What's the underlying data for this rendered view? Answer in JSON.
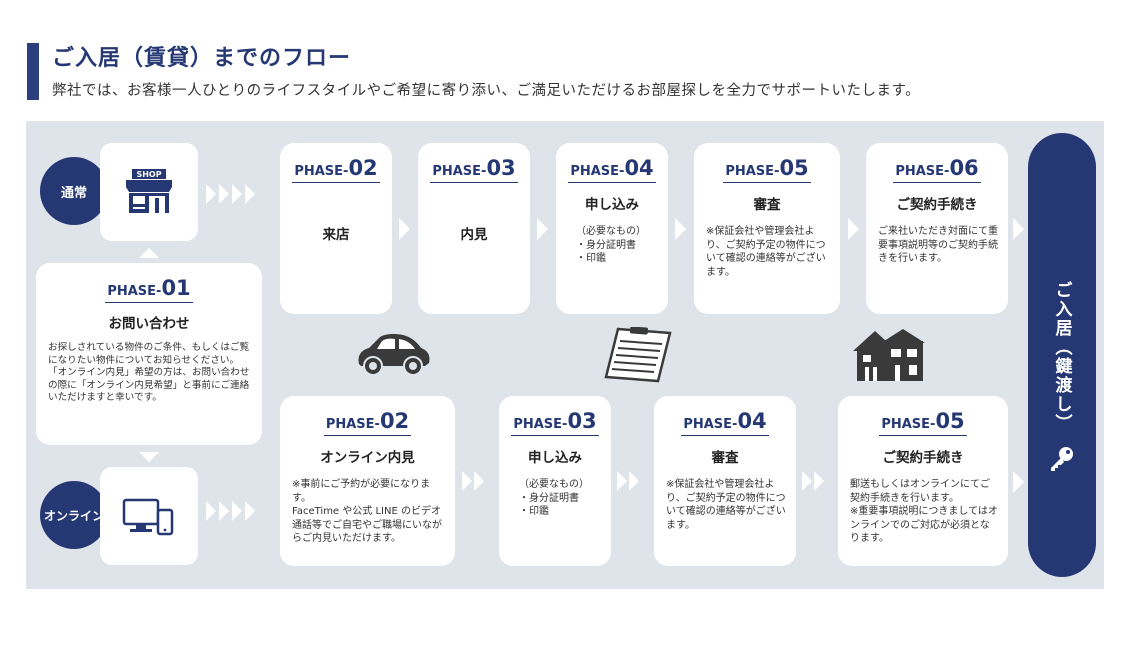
{
  "header": {
    "title": "ご入居（賃貸）までのフロー",
    "subtitle": "弊社では、お客様一人ひとりのライフスタイルやご希望に寄り添い、ご満足いただけるお部屋探しを全力でサポートいたします。"
  },
  "routes": {
    "store": {
      "label": "通常",
      "icon_label": "SHOP"
    },
    "online": {
      "label": "オンライン"
    }
  },
  "phase01": {
    "prefix": "PHASE-",
    "num": "01",
    "title": "お問い合わせ",
    "body": "お探しされている物件のご条件、もしくはご覧になりたい物件についてお知らせください。\n「オンライン内見」希望の方は、お問い合わせの際に「オンライン内見希望」と事前にご連絡いただけますと幸いです。"
  },
  "store_flow": [
    {
      "prefix": "PHASE-",
      "num": "02",
      "title": "来店",
      "body": ""
    },
    {
      "prefix": "PHASE-",
      "num": "03",
      "title": "内見",
      "body": ""
    },
    {
      "prefix": "PHASE-",
      "num": "04",
      "title": "申し込み",
      "body": "（必要なもの）\n・身分証明書\n・印鑑"
    },
    {
      "prefix": "PHASE-",
      "num": "05",
      "title": "審査",
      "body": "※保証会社や管理会社より、ご契約予定の物件について確認の連絡等がございます。"
    },
    {
      "prefix": "PHASE-",
      "num": "06",
      "title": "ご契約手続き",
      "body": "ご来社いただき対面にて重要事項説明等のご契約手続きを行います。"
    }
  ],
  "online_flow": [
    {
      "prefix": "PHASE-",
      "num": "02",
      "title": "オンライン内見",
      "body": "※事前にご予約が必要になります。\nFaceTime や公式 LINE のビデオ通話等でご自宅やご職場にいながらご内見いただけます。"
    },
    {
      "prefix": "PHASE-",
      "num": "03",
      "title": "申し込み",
      "body": "（必要なもの）\n・身分証明書\n・印鑑"
    },
    {
      "prefix": "PHASE-",
      "num": "04",
      "title": "審査",
      "body": "※保証会社や管理会社より、ご契約予定の物件について確認の連絡等がございます。"
    },
    {
      "prefix": "PHASE-",
      "num": "05",
      "title": "ご契約手続き",
      "body": "郵送もしくはオンラインにてご契約手続きを行います。\n※重要事項説明につきましてはオンラインでのご対応が必須となります。"
    }
  ],
  "final": {
    "label": "ご入居（鍵渡し）"
  },
  "icons": {
    "shop": "shop-icon",
    "devices": "devices-icon",
    "car": "car-icon",
    "document": "document-icon",
    "house": "house-icon",
    "key": "key-icon"
  },
  "colors": {
    "accent": "#253873",
    "panel": "#dfe3ea",
    "icon": "#3a3a3a"
  }
}
